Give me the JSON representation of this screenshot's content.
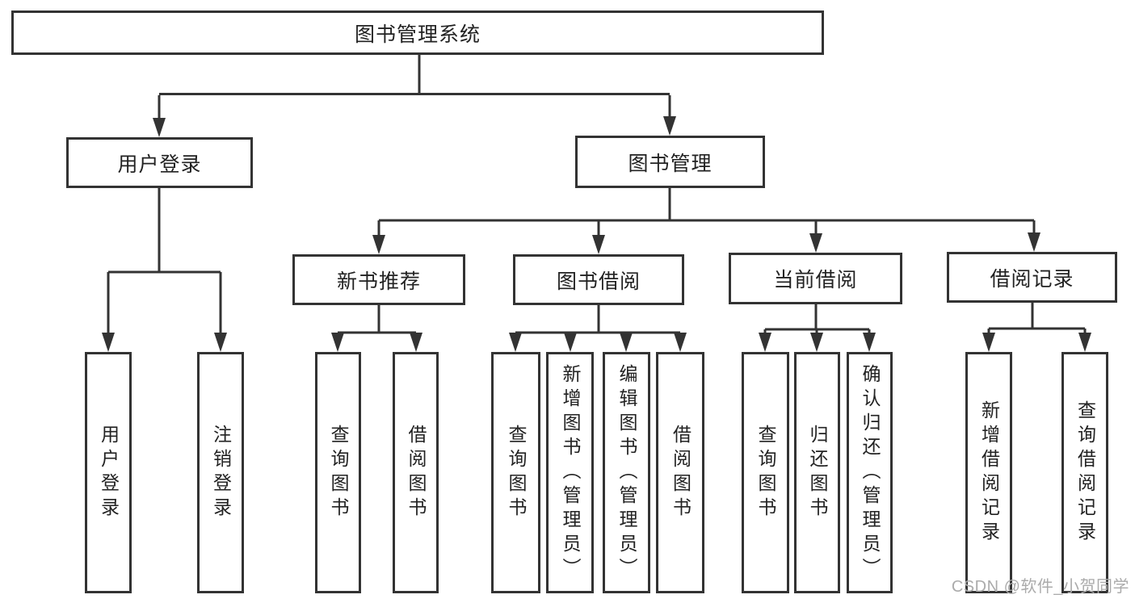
{
  "diagram": {
    "title": "图书管理系统",
    "nodes": {
      "root": "图书管理系统",
      "user_login": "用户登录",
      "book_management": "图书管理",
      "new_book_recommend": "新书推荐",
      "book_borrow": "图书借阅",
      "current_borrow": "当前借阅",
      "borrow_records": "借阅记录",
      "leaf_user_login": "用户登录",
      "leaf_logout": "注销登录",
      "leaf_nbr_query_book": "查询图书",
      "leaf_nbr_borrow_book": "借阅图书",
      "leaf_bb_query_book": "查询图书",
      "leaf_bb_add_book": "新增图书（管理员）",
      "leaf_bb_edit_book": "编辑图书（管理员）",
      "leaf_bb_borrow_book": "借阅图书",
      "leaf_cb_query_book": "查询图书",
      "leaf_cb_return_book": "归还图书",
      "leaf_cb_confirm_return": "确认归还（管理员）",
      "leaf_br_add_record": "新增借阅记录",
      "leaf_br_query_record": "查询借阅记录"
    },
    "structure": {
      "图书管理系统": {
        "用户登录": [
          "用户登录",
          "注销登录"
        ],
        "图书管理": {
          "新书推荐": [
            "查询图书",
            "借阅图书"
          ],
          "图书借阅": [
            "查询图书",
            "新增图书（管理员）",
            "编辑图书（管理员）",
            "借阅图书"
          ],
          "当前借阅": [
            "查询图书",
            "归还图书",
            "确认归还（管理员）"
          ],
          "借阅记录": [
            "新增借阅记录",
            "查询借阅记录"
          ]
        }
      }
    }
  },
  "watermark": {
    "text": "CSDN @软件_小贺同学"
  },
  "colors": {
    "line": "#333333",
    "text": "#222222",
    "watermark": "#ababab",
    "background": "#ffffff"
  }
}
